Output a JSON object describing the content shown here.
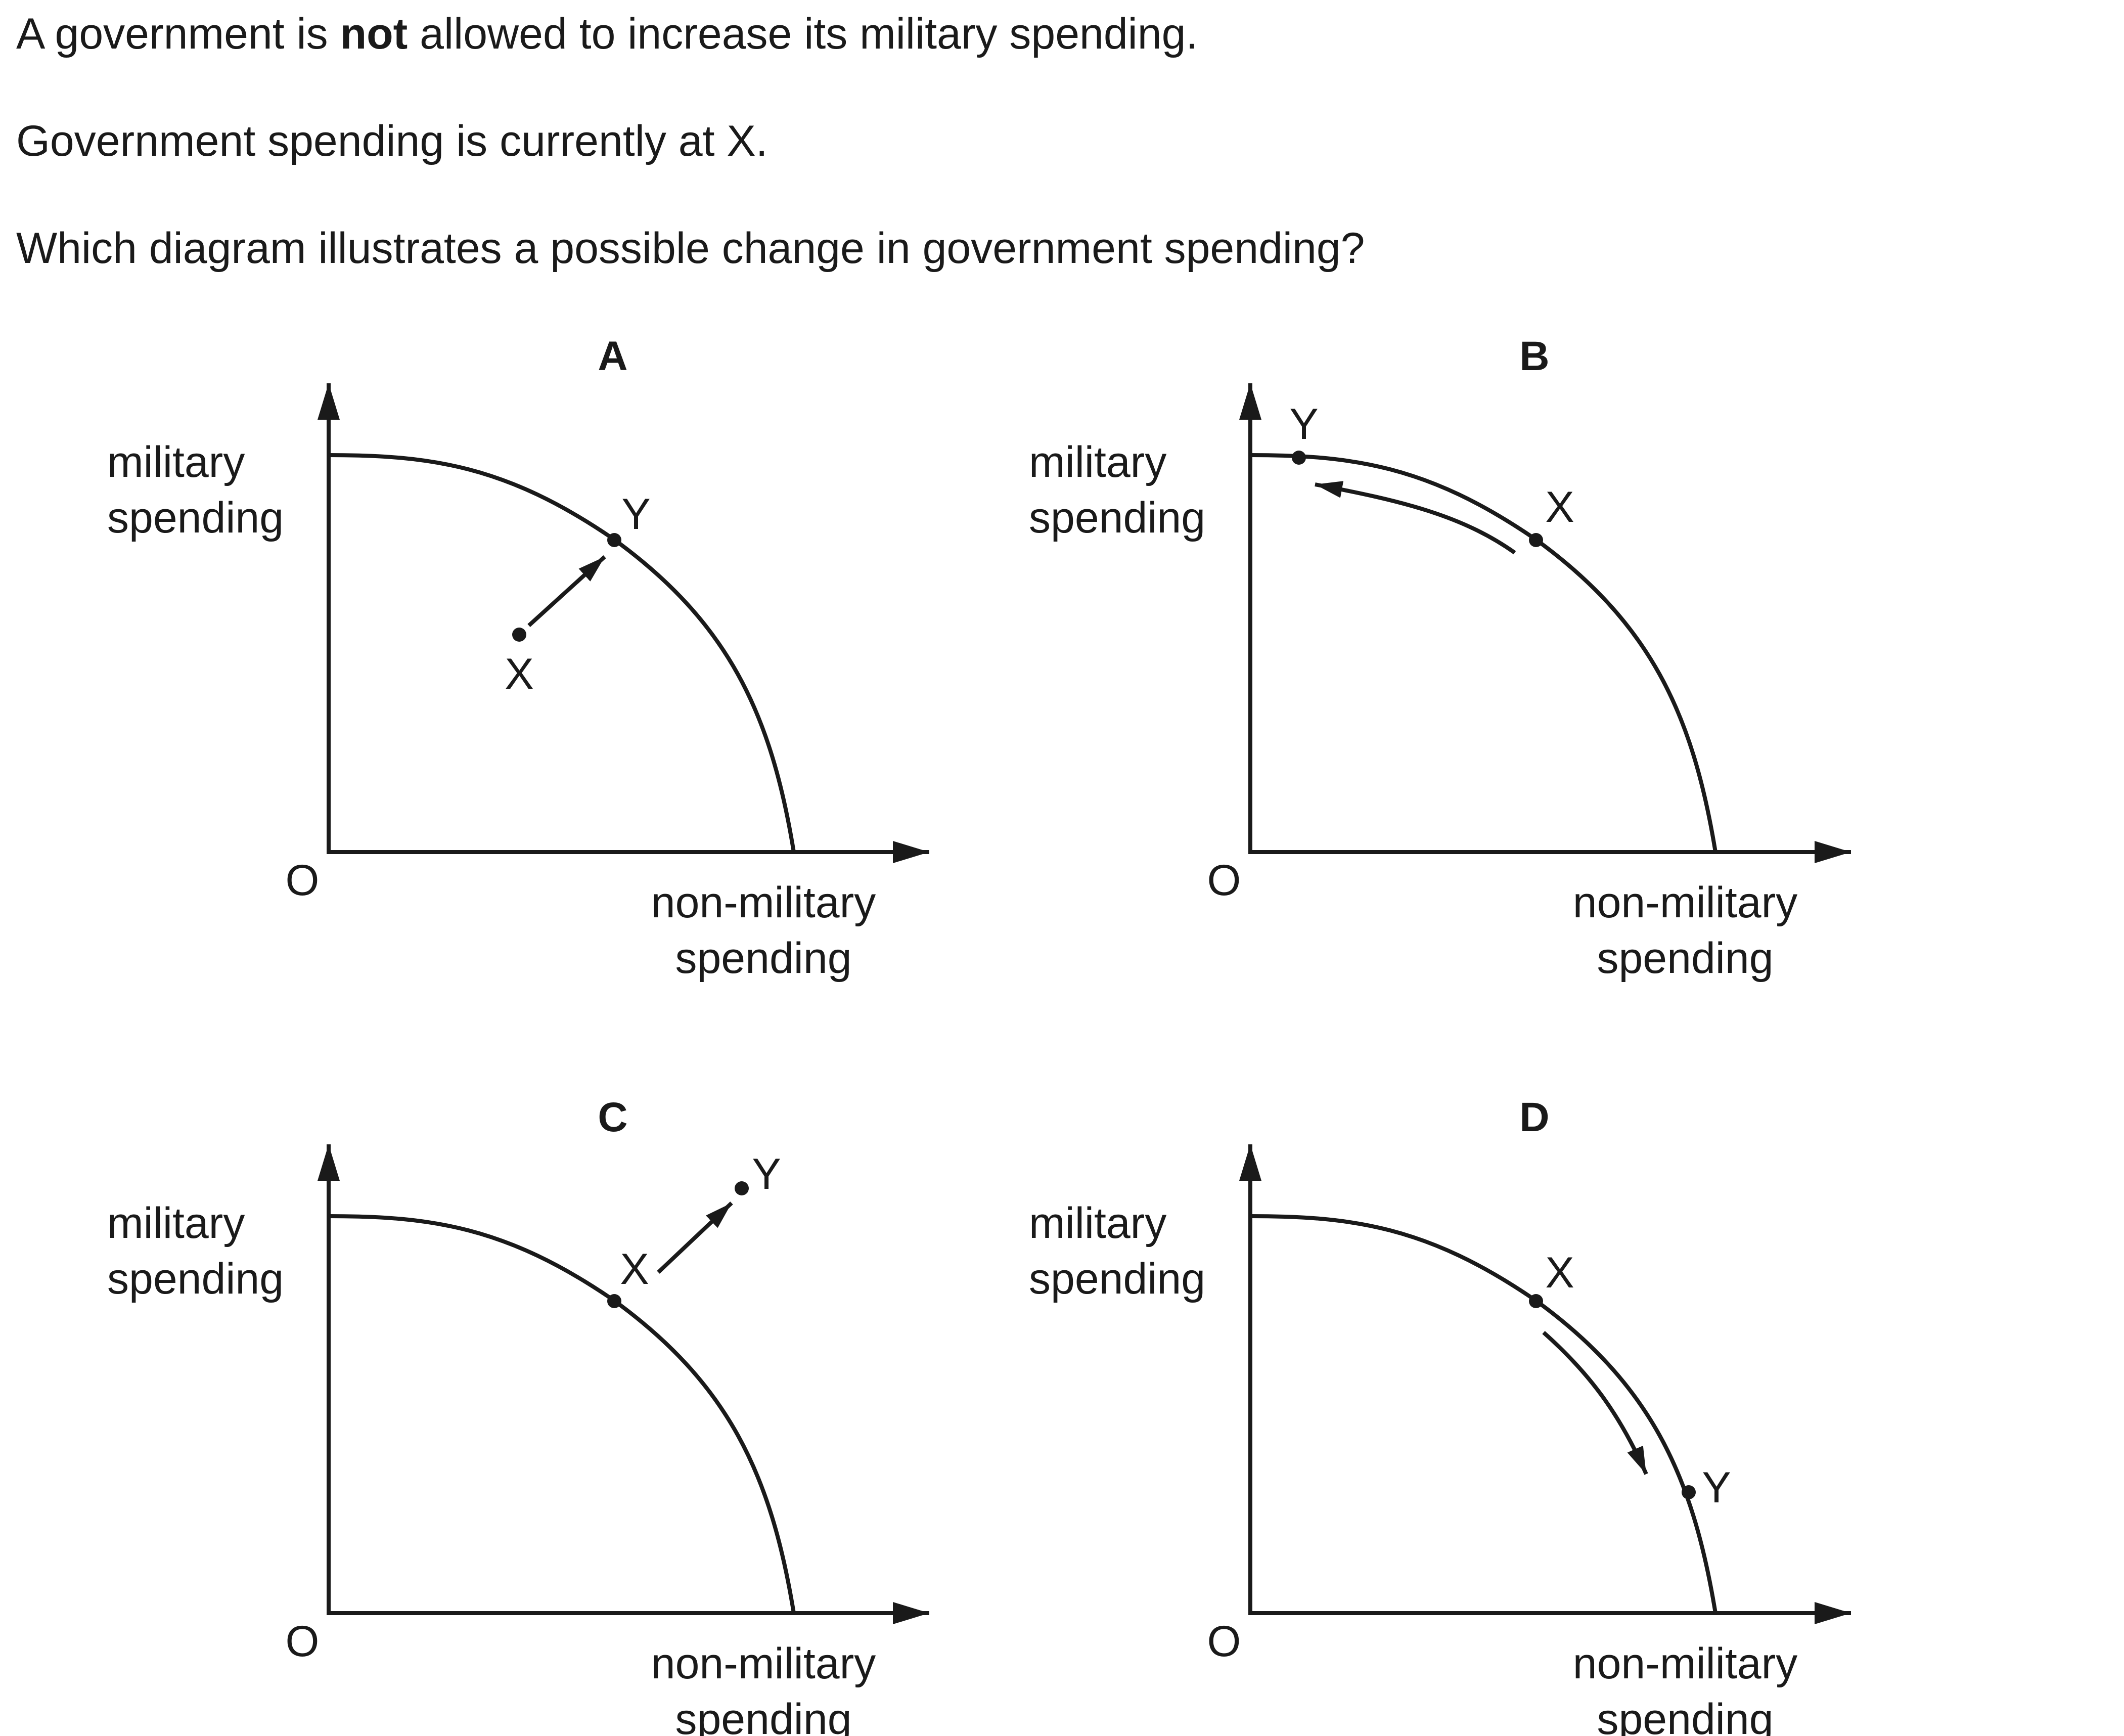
{
  "question": {
    "line1_pre": "A government is ",
    "line1_bold": "not",
    "line1_post": " allowed to increase its military spending.",
    "line2": "Government spending is currently at X.",
    "line3": "Which diagram illustrates a possible change in government spending?"
  },
  "diagram_labels": {
    "y_axis_line1": "military",
    "y_axis_line2": "spending",
    "x_axis_line1": "non-military",
    "x_axis_line2": "spending",
    "origin": "O"
  },
  "options": [
    {
      "letter": "A",
      "start_point": "X",
      "end_point": "Y",
      "movement": "from inside the curve onto the curve"
    },
    {
      "letter": "B",
      "start_point": "X",
      "end_point": "Y",
      "movement": "along the curve towards more military spending"
    },
    {
      "letter": "C",
      "start_point": "X",
      "end_point": "Y",
      "movement": "from the curve to outside the curve"
    },
    {
      "letter": "D",
      "start_point": "X",
      "end_point": "Y",
      "movement": "along the curve towards less military spending"
    }
  ],
  "colors": {
    "ink": "#1a1a1a",
    "background": "#ffffff"
  }
}
